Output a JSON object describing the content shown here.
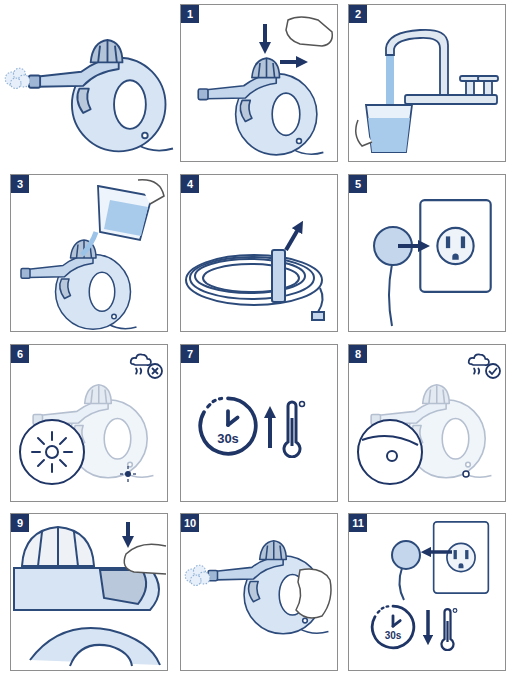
{
  "diagram": {
    "nodes": [
      {
        "text": [
          "1"
        ]
      },
      {
        "text": [
          "2"
        ]
      },
      {
        "text": [
          "3"
        ]
      },
      {
        "text": [
          "4"
        ]
      },
      {
        "text": [
          "5"
        ]
      },
      {
        "text": [
          "6"
        ]
      },
      {
        "text": [
          "7"
        ]
      },
      {
        "text": [
          "8"
        ]
      },
      {
        "text": [
          "9"
        ]
      },
      {
        "text": [
          "10"
        ]
      },
      {
        "text": [
          "11"
        ]
      }
    ],
    "labels": [
      "30s",
      "30s"
    ]
  }
}
